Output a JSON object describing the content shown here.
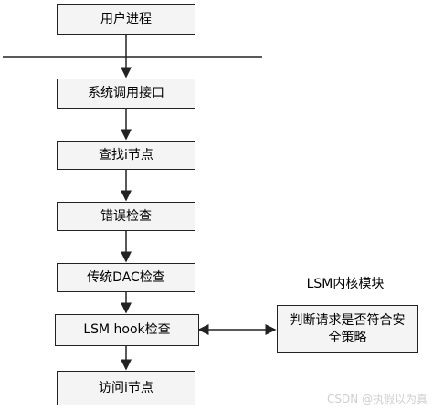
{
  "nodes": {
    "user_process": "用户进程",
    "syscall": "系统调用接口",
    "find_inode": "查找i节点",
    "error_check": "错误检查",
    "dac_check": "传统DAC检查",
    "lsm_hook": "LSM hook检查",
    "access_inode": "访问i节点",
    "policy_check": "判断请求是否符合安全策略"
  },
  "lsm_module_label": "LSM内核模块",
  "watermark": "CSDN @执假以为真",
  "colors": {
    "box_fill": "#f4f4f4",
    "box_border": "#222222",
    "line": "#222222"
  }
}
